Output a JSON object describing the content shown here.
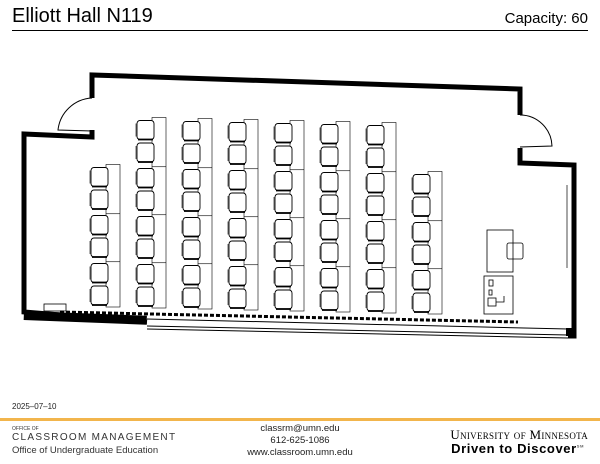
{
  "header": {
    "room": "Elliott Hall N119",
    "capacity": "Capacity: 60"
  },
  "plan": {
    "seats_per_column": [
      6,
      8,
      8,
      8,
      8,
      8,
      8,
      6
    ],
    "wall_color": "#000000"
  },
  "footer": {
    "date": "2025–07–10",
    "accent_color": "#f2b54c",
    "office_of": "OFFICE OF",
    "office_name": "CLASSROOM MANAGEMENT",
    "office_sub": "Office of Undergraduate Education",
    "email": "classrm@umn.edu",
    "phone": "612-625-1086",
    "website": "www.classroom.umn.edu",
    "university": "University of Minnesota",
    "slogan": "Driven to Discover",
    "slogan_mark": "SM"
  }
}
